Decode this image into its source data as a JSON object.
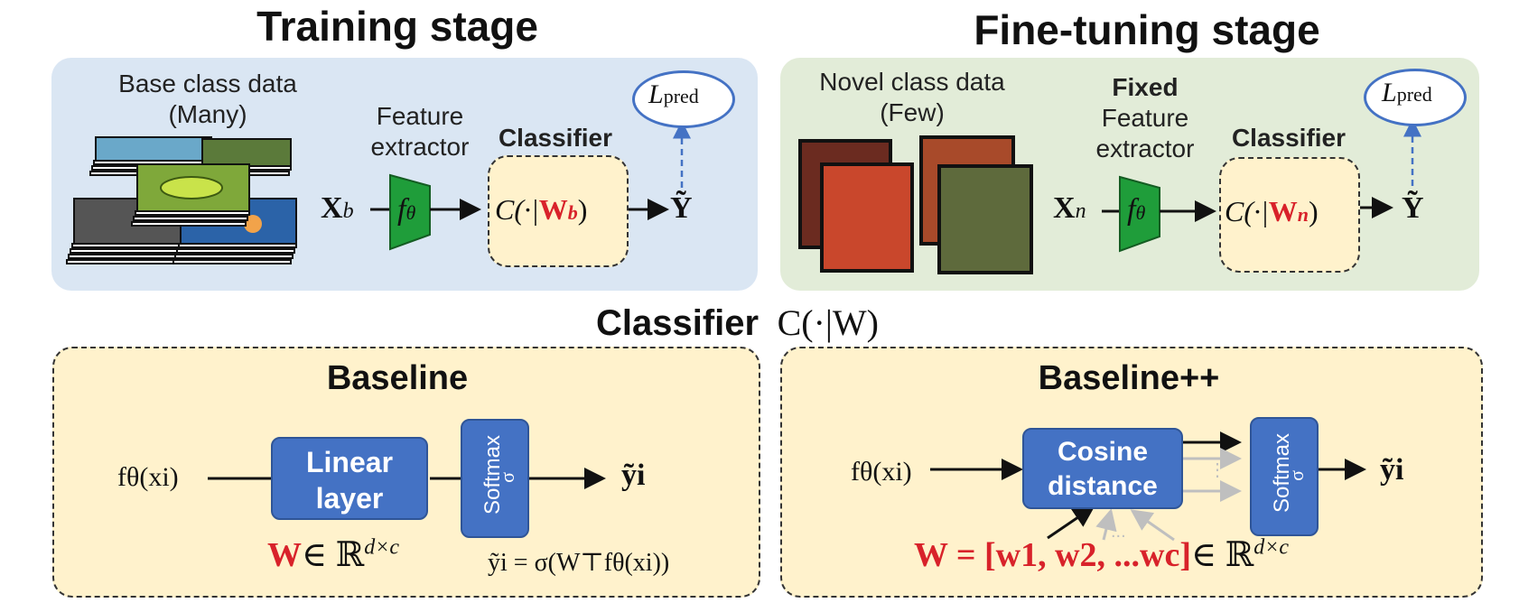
{
  "training": {
    "title": "Training stage",
    "data_label_1": "Base class data",
    "data_label_2": "(Many)",
    "feature_label_1": "Feature",
    "feature_label_2": "extractor",
    "classifier_label": "Classifier",
    "input_sym": "X",
    "input_sub": "b",
    "f_sym": "f",
    "f_sub": "θ",
    "classifier_expr_pre": "C(·|",
    "classifier_W": "W",
    "classifier_sub": "b",
    "classifier_expr_post": ")",
    "output_sym": "Ỹ",
    "loss_sym": "L",
    "loss_sub": "pred"
  },
  "finetune": {
    "title": "Fine-tuning stage",
    "data_label_1": "Novel class data",
    "data_label_2": "(Few)",
    "fixed_label": "Fixed",
    "feature_label_1": "Feature",
    "feature_label_2": "extractor",
    "classifier_label": "Classifier",
    "input_sym": "X",
    "input_sub": "n",
    "f_sym": "f",
    "f_sub": "θ",
    "classifier_expr_pre": "C(·|",
    "classifier_W": "W",
    "classifier_sub": "n",
    "classifier_expr_post": ")",
    "output_sym": "Ỹ",
    "loss_sym": "L",
    "loss_sub": "pred"
  },
  "classifier_heading": {
    "label": "Classifier",
    "expr": "C(·|W)"
  },
  "baseline": {
    "title": "Baseline",
    "input": "fθ(xi)",
    "linear_1": "Linear",
    "linear_2": "layer",
    "softmax": "Softmax",
    "sigma": "σ",
    "output": "ỹi",
    "W": "W",
    "W_space": "∈ ℝ",
    "W_dims": "d×c",
    "formula": "ỹi = σ(W⊤fθ(xi))"
  },
  "baselinepp": {
    "title": "Baseline++",
    "input": "fθ(xi)",
    "cosine_1": "Cosine",
    "cosine_2": "distance",
    "softmax": "Softmax",
    "sigma": "σ",
    "output": "ỹi",
    "dots": "⋮",
    "hdots": "...",
    "W_def": "W = [w1, w2, ...wc]",
    "W_space": "∈ ℝ",
    "W_dims": "d×c"
  },
  "colors": {
    "training_bg": "#dae6f3",
    "finetune_bg": "#e2ecd8",
    "classifier_bg": "#fff2cc",
    "extractor_green": "#1f9d3a",
    "accent_blue": "#4472c4",
    "red": "#d8222a"
  }
}
